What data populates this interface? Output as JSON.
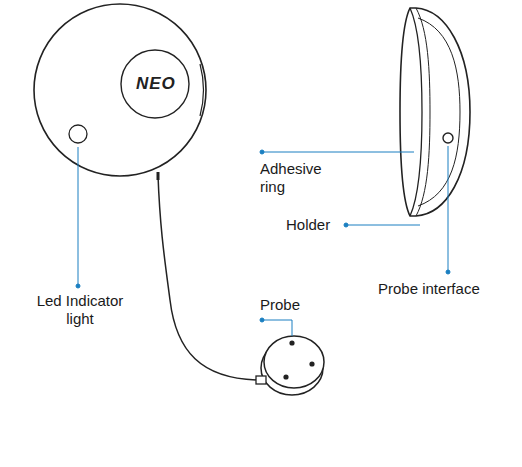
{
  "diagram": {
    "labels": [
      "NEO",
      "Adhesive ring",
      "Holder",
      "Probe interface",
      "Led Indicator light",
      "Probe"
    ]
  }
}
